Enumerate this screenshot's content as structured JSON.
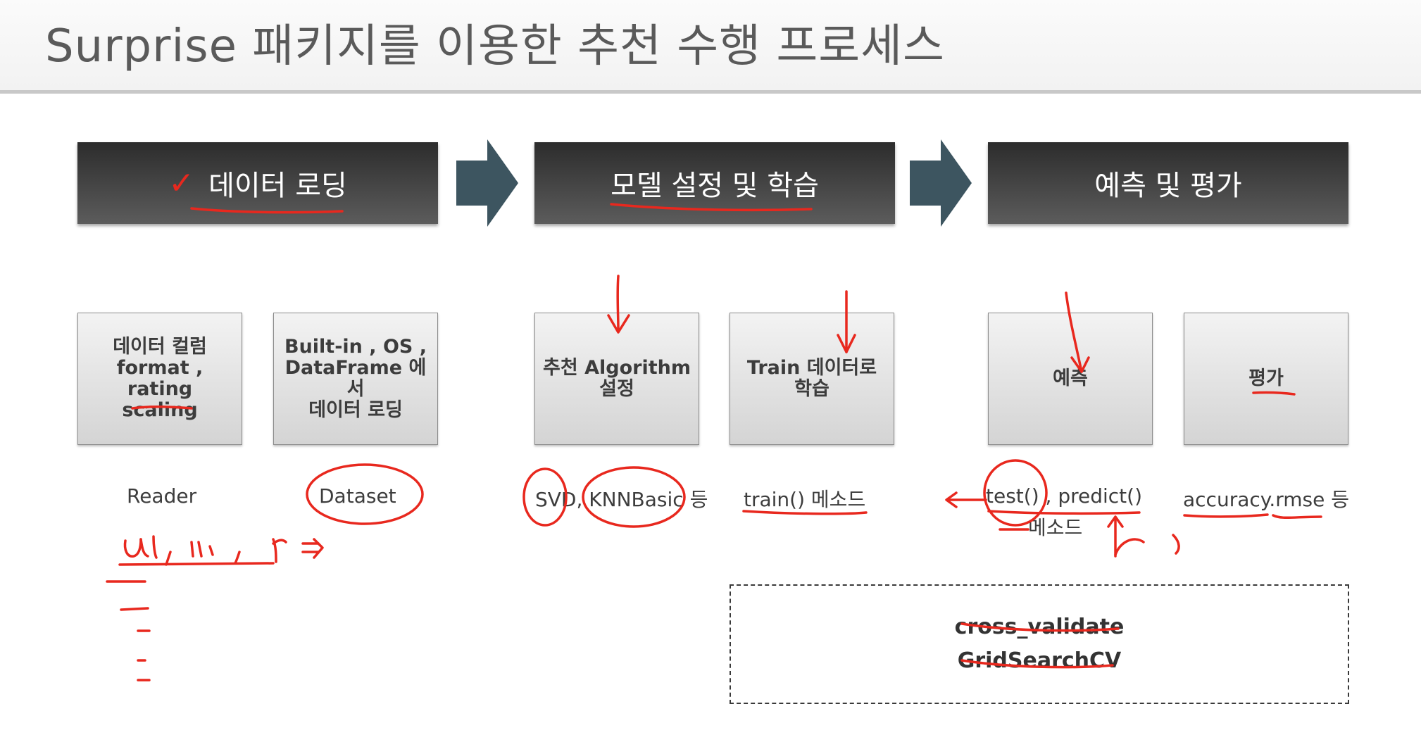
{
  "title": "Surprise 패키지를 이용한 추천 수행 프로세스",
  "stages": [
    {
      "label": "데이터 로딩",
      "check": "✓"
    },
    {
      "label": "모델 설정 및 학습"
    },
    {
      "label": "예측 및 평가"
    }
  ],
  "boxes": [
    {
      "lines": [
        "데이터 컬럼",
        "format , rating",
        "scaling"
      ]
    },
    {
      "lines": [
        "Built-in , OS ,",
        "DataFrame 에서",
        "데이터 로딩"
      ]
    },
    {
      "lines": [
        "추천 Algorithm",
        "설정"
      ]
    },
    {
      "lines": [
        "Train 데이터로",
        "학습"
      ]
    },
    {
      "lines": [
        "예측"
      ]
    },
    {
      "lines": [
        "평가"
      ]
    }
  ],
  "labels": {
    "reader": "Reader",
    "dataset": "Dataset",
    "algorithms": "SVD, KNNBasic 등",
    "train": "train() 메소드",
    "test_predict": "test() , predict()",
    "method": "메소드",
    "accuracy": "accuracy.rmse 등"
  },
  "cv": {
    "line1": "cross_validate",
    "line2": "GridSearchCV"
  },
  "annotation_color": "#e8281e",
  "stage_color": "#3e3e3e",
  "arrow_color": "#3d5560"
}
